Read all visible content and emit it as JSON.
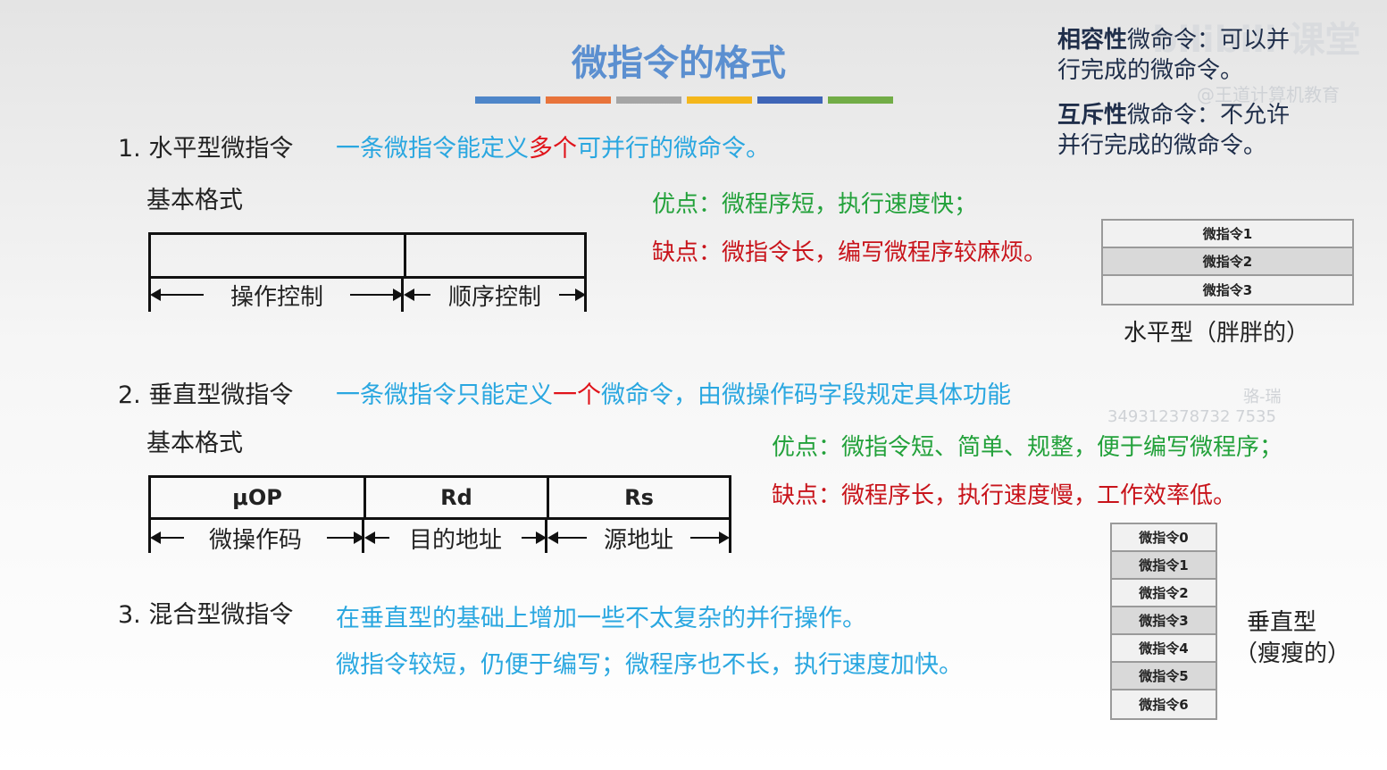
{
  "title": "微指令的格式",
  "color_bar": [
    "#4e86c9",
    "#e8743b",
    "#a5a5a5",
    "#f4b71c",
    "#3f65b7",
    "#72ad47"
  ],
  "notes": {
    "compatible_term": "相容性",
    "compatible_text_1": "微命令：可以并",
    "compatible_text_2": "行完成的微命令。",
    "exclusive_term": "互斥性",
    "exclusive_text_1": "微命令：不允许",
    "exclusive_text_2": "并行完成的微命令。"
  },
  "watermark": {
    "logo": "bilibili 课堂",
    "channel": "@王道计算机教育",
    "user": "骆-瑞",
    "id": "349312378732 7535"
  },
  "horizontal": {
    "heading": "1. 水平型微指令",
    "desc_a": "一条微指令能定义",
    "desc_b": "多个",
    "desc_c": "可并行的微命令。",
    "format_label": "基本格式",
    "field_1": "操作控制",
    "field_2": "顺序控制",
    "pro": "优点：微程序短，执行速度快；",
    "con": "缺点：微指令长，编写微程序较麻烦。",
    "stack": [
      "微指令1",
      "微指令2",
      "微指令3"
    ],
    "caption": "水平型（胖胖的）"
  },
  "vertical": {
    "heading": "2. 垂直型微指令",
    "desc_a": "一条微指令只能定义",
    "desc_b": "一个",
    "desc_c": "微命令，由微操作码字段规定具体功能",
    "format_label": "基本格式",
    "box_1": "μOP",
    "box_2": "Rd",
    "box_3": "Rs",
    "field_1": "微操作码",
    "field_2": "目的地址",
    "field_3": "源地址",
    "pro": "优点：微指令短、简单、规整，便于编写微程序；",
    "con": "缺点：微程序长，执行速度慢，工作效率低。",
    "stack": [
      "微指令0",
      "微指令1",
      "微指令2",
      "微指令3",
      "微指令4",
      "微指令5",
      "微指令6"
    ],
    "caption_1": "垂直型",
    "caption_2": "（瘦瘦的）"
  },
  "mixed": {
    "heading": "3. 混合型微指令",
    "line_1": "在垂直型的基础上增加一些不太复杂的并行操作。",
    "line_2": "微指令较短，仍便于编写；微程序也不长，执行速度加快。"
  }
}
